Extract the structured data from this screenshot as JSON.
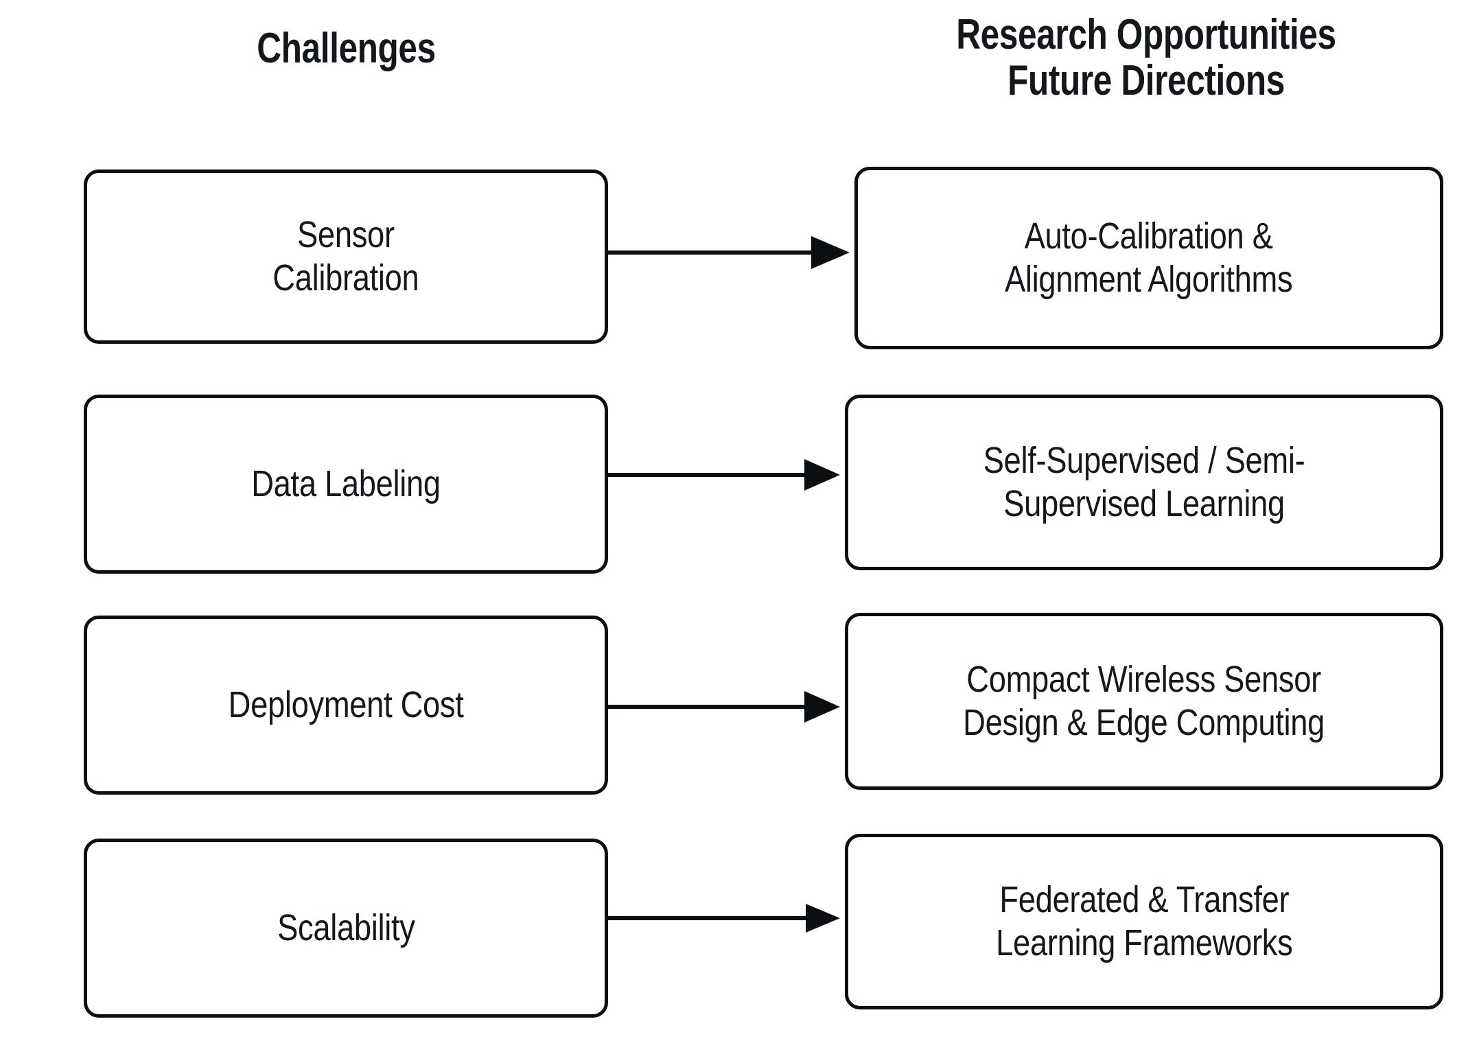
{
  "headers": {
    "left": "Challenges",
    "right": "Research Opportunities\nFuture Directions"
  },
  "colors": {
    "background": "#ffffff",
    "stroke": "#0c0f12",
    "text": "#14171c"
  },
  "rows": [
    {
      "challenge": "Sensor\nCalibration",
      "opportunity": "Auto-Calibration &\nAlignment Algorithms",
      "connector": "arrow-right"
    },
    {
      "challenge": "Data Labeling",
      "opportunity": "Self-Supervised / Semi-\nSupervised Learning",
      "connector": "arrow-right"
    },
    {
      "challenge": "Deployment Cost",
      "opportunity": "Compact Wireless Sensor\nDesign & Edge Computing",
      "connector": "arrow-right"
    },
    {
      "challenge": "Scalability",
      "opportunity": "Federated & Transfer\nLearning Frameworks",
      "connector": "arrow-right"
    }
  ]
}
